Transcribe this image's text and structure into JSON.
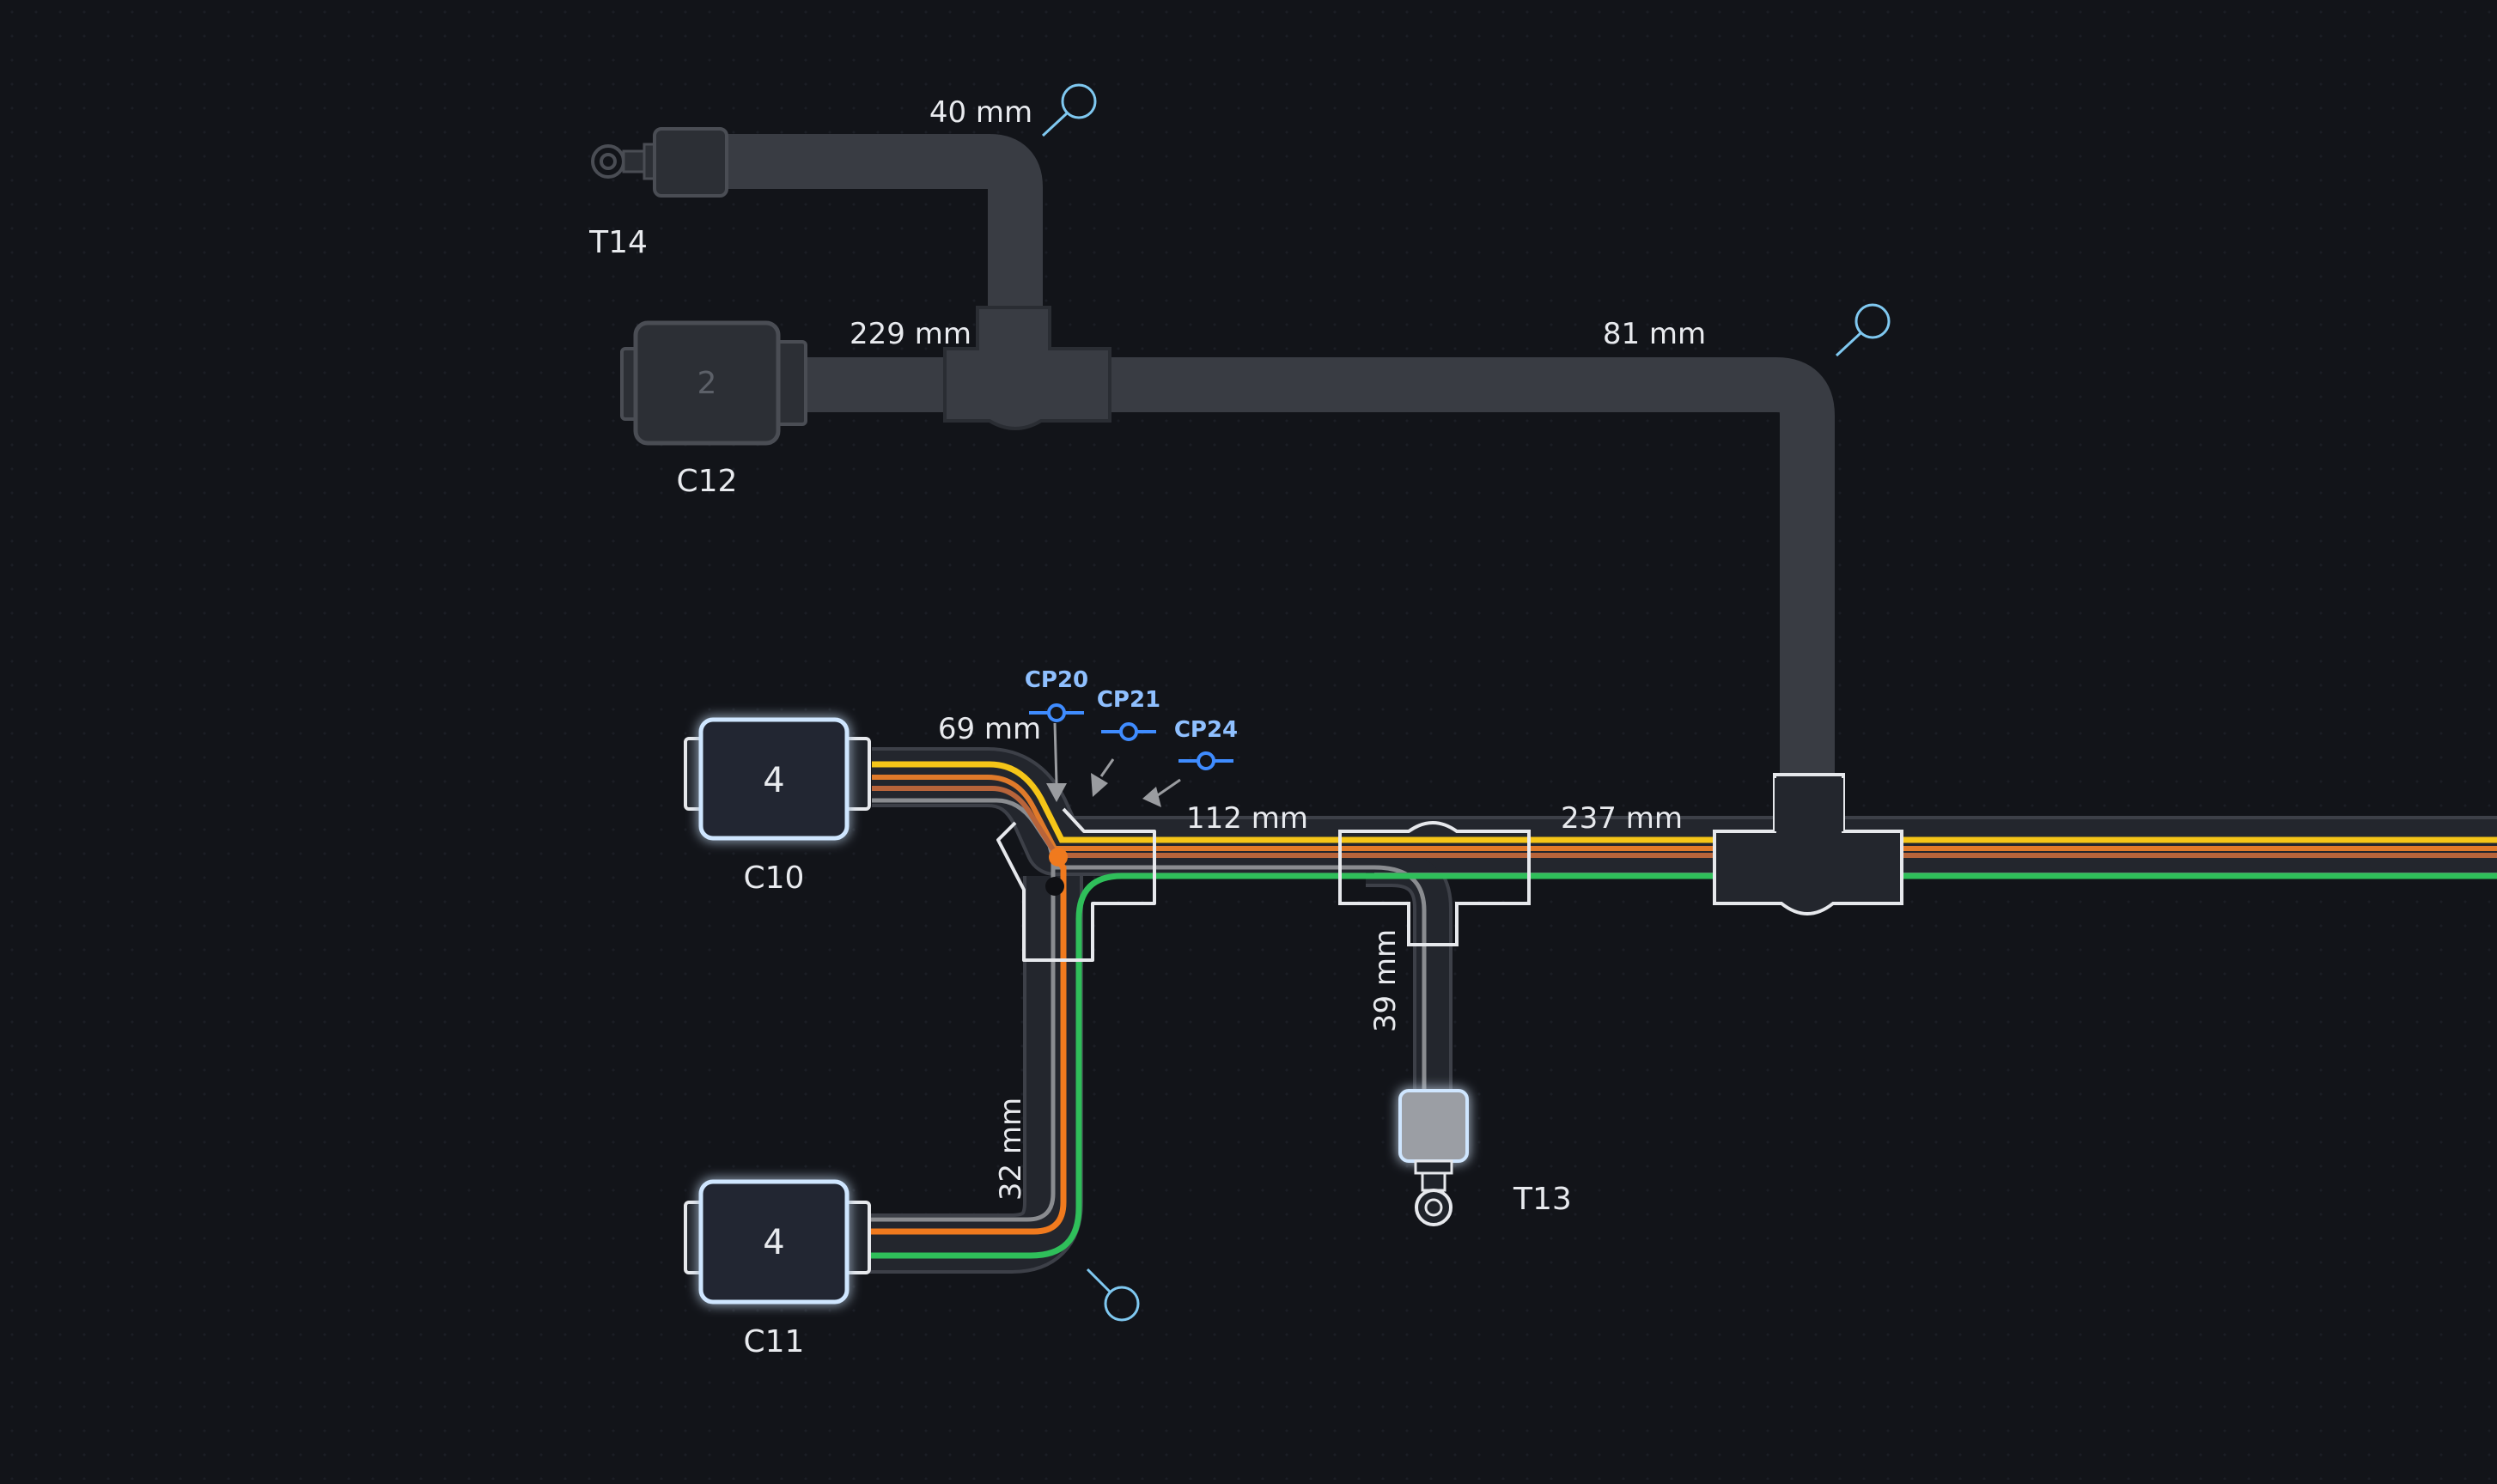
{
  "connectors": {
    "c10": {
      "label": "C10",
      "pins": "4"
    },
    "c11": {
      "label": "C11",
      "pins": "4"
    },
    "c12": {
      "label": "C12",
      "pins": "2"
    }
  },
  "terminals": {
    "t13": {
      "label": "T13"
    },
    "t14": {
      "label": "T14"
    }
  },
  "segments": {
    "t14_seg": "40 mm",
    "c12_seg": "229 mm",
    "right_upper": "81 mm",
    "c10_seg": "69 mm",
    "mid_seg": "112 mm",
    "right_lower": "237 mm",
    "t13_seg": "39 mm",
    "c11_seg": "32 mm"
  },
  "clip_points": [
    "CP20",
    "CP21",
    "CP24"
  ],
  "wire_colors": {
    "yellow": "#f5c518",
    "orange": "#f07a1e",
    "green": "#2fbf5a",
    "gray": "#8a8c90",
    "bundle_active": "#23262d",
    "bundle_inactive": "#3a3d44",
    "highlight": "#a7d4ff",
    "clip_point": "#3f8cff"
  }
}
